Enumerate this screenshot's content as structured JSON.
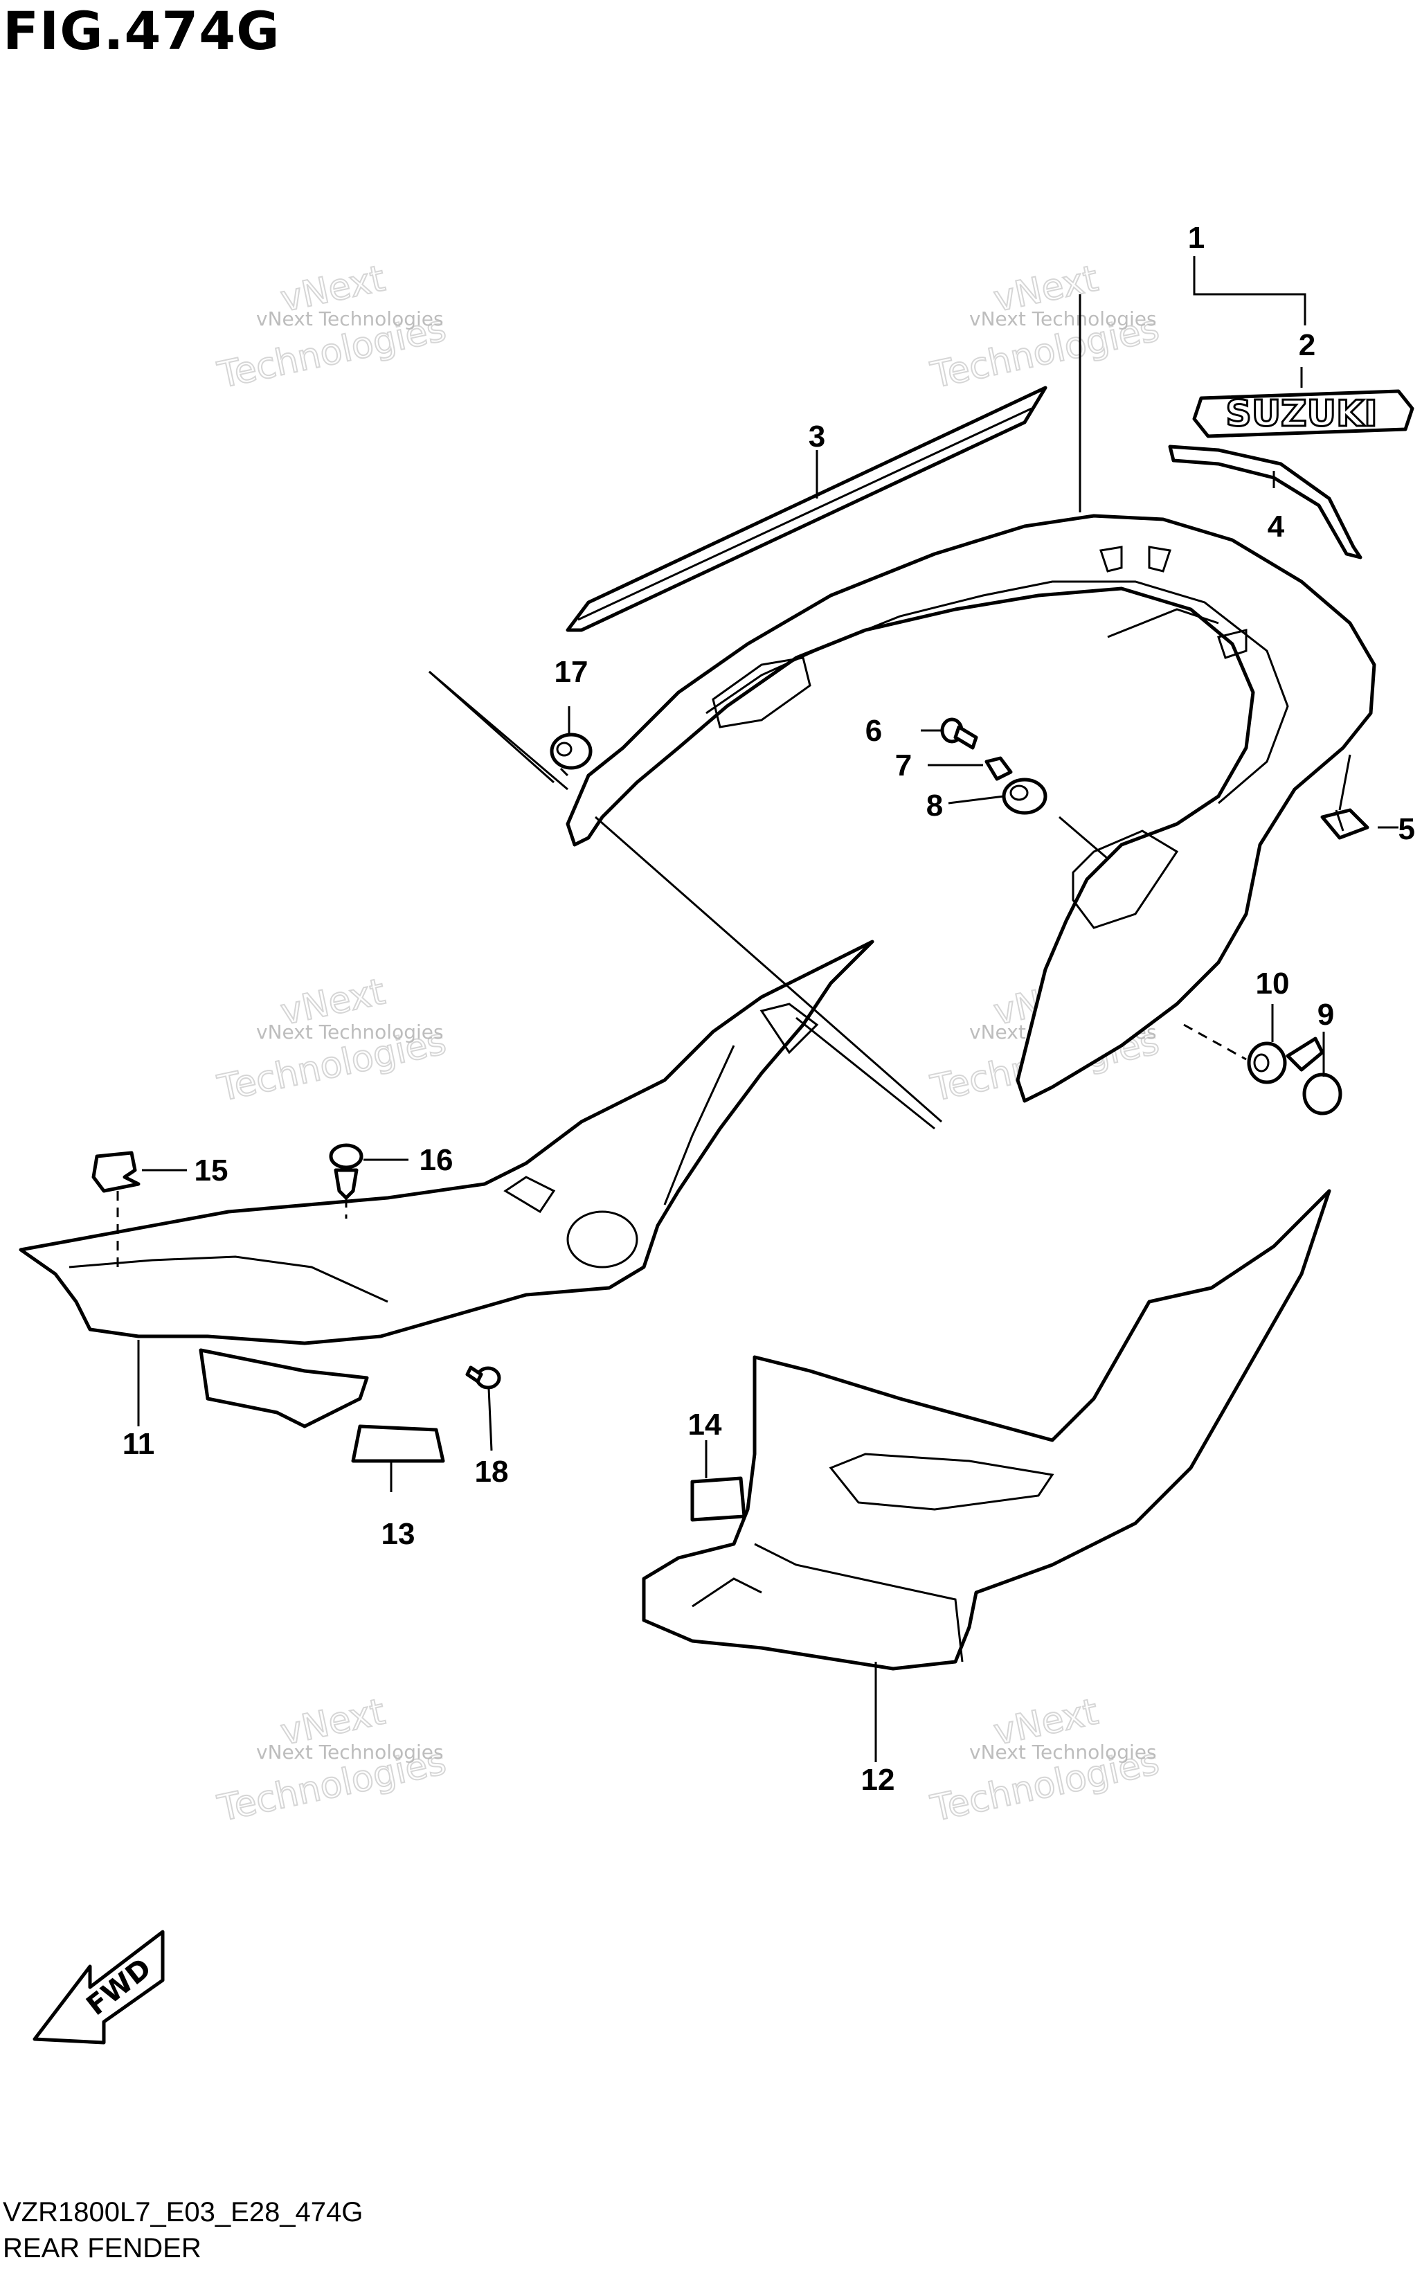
{
  "figure": {
    "title": "FIG.474G",
    "model_code": "VZR1800L7_E03_E28_474G",
    "section_name": "REAR FENDER"
  },
  "watermark": {
    "line1": "vNext Technologies",
    "line2": "vNext",
    "line3": "Technologies"
  },
  "emblem_text": "SUZUKI",
  "fwd_label": "FWD",
  "callouts": [
    "1",
    "2",
    "3",
    "4",
    "5",
    "6",
    "7",
    "8",
    "9",
    "10",
    "11",
    "12",
    "13",
    "14",
    "15",
    "16",
    "17",
    "18"
  ]
}
